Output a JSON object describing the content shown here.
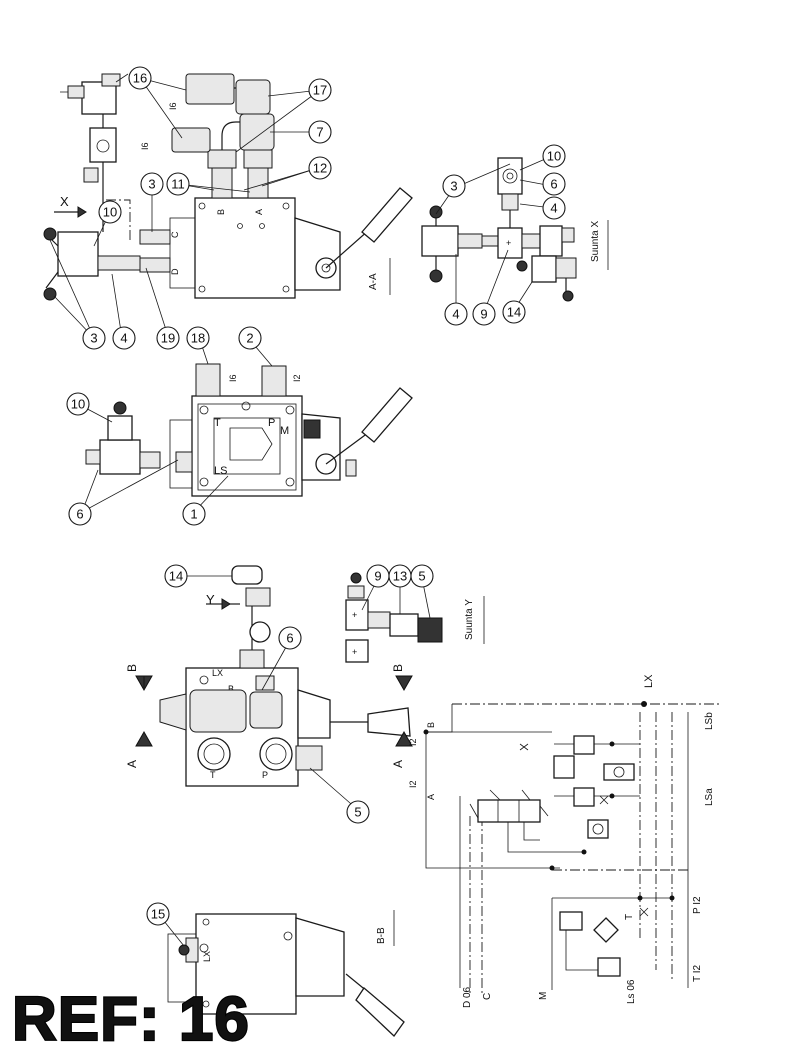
{
  "reference": "REF: 16",
  "views": {
    "section_aa": "A-A",
    "section_bb": "B-B",
    "direction_x": "Suunta X",
    "direction_y": "Suunta Y",
    "arrow_x": "X",
    "arrow_y": "Y",
    "arrow_a": "A",
    "arrow_b": "B"
  },
  "port_labels": {
    "T": "T",
    "P": "P",
    "LS": "LS",
    "M": "M",
    "C": "C",
    "D": "D",
    "A": "A",
    "B": "B",
    "LX": "LX",
    "I6": "I6",
    "I2": "I2"
  },
  "balloons": [
    "16",
    "17",
    "7",
    "12",
    "11",
    "3",
    "10",
    "19",
    "4",
    "6",
    "18",
    "2",
    "1",
    "14",
    "9",
    "13",
    "5",
    "15"
  ],
  "schematic": {
    "LX": "LX",
    "LSb": "LSb",
    "LSa": "LSa",
    "P12": "P I2",
    "T12": "T I2",
    "B": "B",
    "A": "A",
    "I2": "I2",
    "D06": "D 06",
    "C": "C",
    "M": "M",
    "Ls06": "Ls 06",
    "T": "T"
  },
  "colors": {
    "ref_text": "#d40000",
    "line": "#1a1a1a"
  }
}
